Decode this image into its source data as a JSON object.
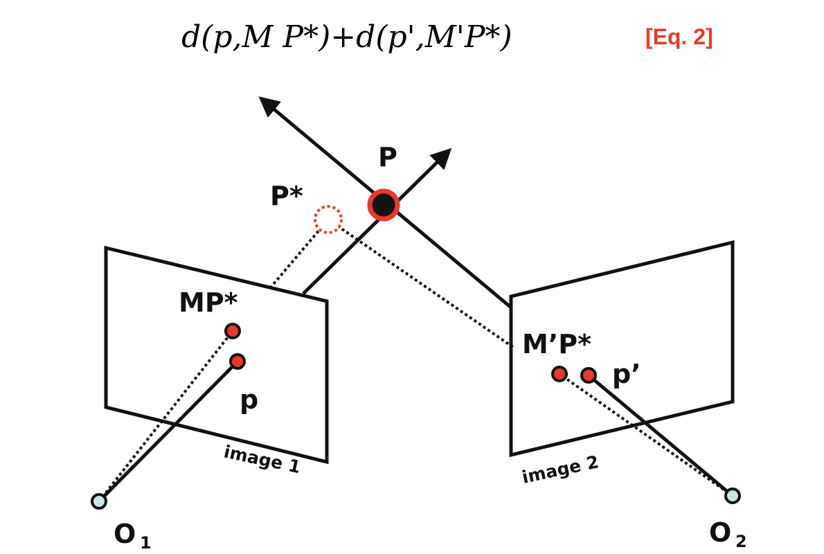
{
  "equation": {
    "text": "d(p,M P*)+d(p',M'P*)",
    "tag": "[Eq. 2]"
  },
  "labels": {
    "point_p_big": "P",
    "point_p_star": "P*",
    "projection_m": "MP*",
    "projection_m_prime": "M’P*",
    "image_point_p": "p",
    "image_point_p_prime": "p’",
    "image_1": "image 1",
    "image_2": "image 2",
    "camera_1": "O",
    "camera_1_sub": "1",
    "camera_2": "O",
    "camera_2_sub": "2"
  },
  "colors": {
    "accent_red": "#e8392b",
    "line": "#111111",
    "camera_center_fill": "#cfe3e6"
  }
}
